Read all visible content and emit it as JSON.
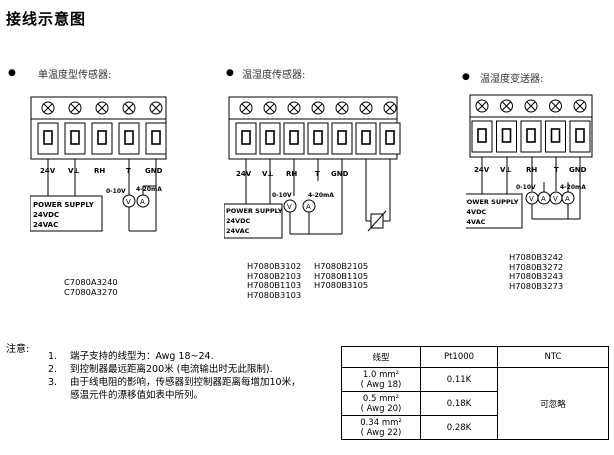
{
  "title": "接线示意图",
  "sections": [
    {
      "bullet": "●",
      "heading": "单温度型传感器:",
      "models": [
        "C7080A3240",
        "C7080A3270"
      ]
    },
    {
      "bullet": "●",
      "heading": "温湿度传感器:",
      "models_col1": [
        "H7080B3102",
        "H7080B2103",
        "H7080B1103",
        "H7080B3103"
      ],
      "models_col2": [
        "H7080B2105",
        "H7080B1105",
        "H7080B3105"
      ]
    },
    {
      "bullet": "●",
      "heading": "温湿度变送器:",
      "models": [
        "H7080B3242",
        "H7080B3272",
        "H7080B3243",
        "H7080B3273"
      ]
    }
  ],
  "terminals": {
    "v24": "24V",
    "vl": "V⊥",
    "rh": "RH",
    "t": "T",
    "gnd": "GND"
  },
  "power_supply": {
    "title": "POWER SUPPLY",
    "dc": "24VDC",
    "ac": "24VAC"
  },
  "signals": {
    "voltage": "0-10V",
    "current": "4-20mA",
    "v_meter": "V",
    "a_meter": "A"
  },
  "notes": {
    "title": "注意:",
    "items": [
      {
        "num": "1.",
        "text": "端子支持的线型为：Awg 18~24."
      },
      {
        "num": "2.",
        "text": "到控制器最远距离200米 (电流输出时无此限制)."
      },
      {
        "num": "3.",
        "text": "由于线电阻的影响，传感器到控制器距离每增加10米，"
      },
      {
        "num": "",
        "text": "感温元件的漂移值如表中所列。"
      }
    ]
  },
  "table": {
    "headers": [
      "线型",
      "Pt1000",
      "NTC"
    ],
    "rows": [
      {
        "wire_a": "1.0 mm²",
        "wire_b": "( Awg 18)",
        "pt": "0.11K"
      },
      {
        "wire_a": "0.5 mm²",
        "wire_b": "( Awg 20)",
        "pt": "0.18K"
      },
      {
        "wire_a": "0.34 mm²",
        "wire_b": "( Awg 22)",
        "pt": "0.28K"
      }
    ],
    "ntc": "可忽略"
  }
}
